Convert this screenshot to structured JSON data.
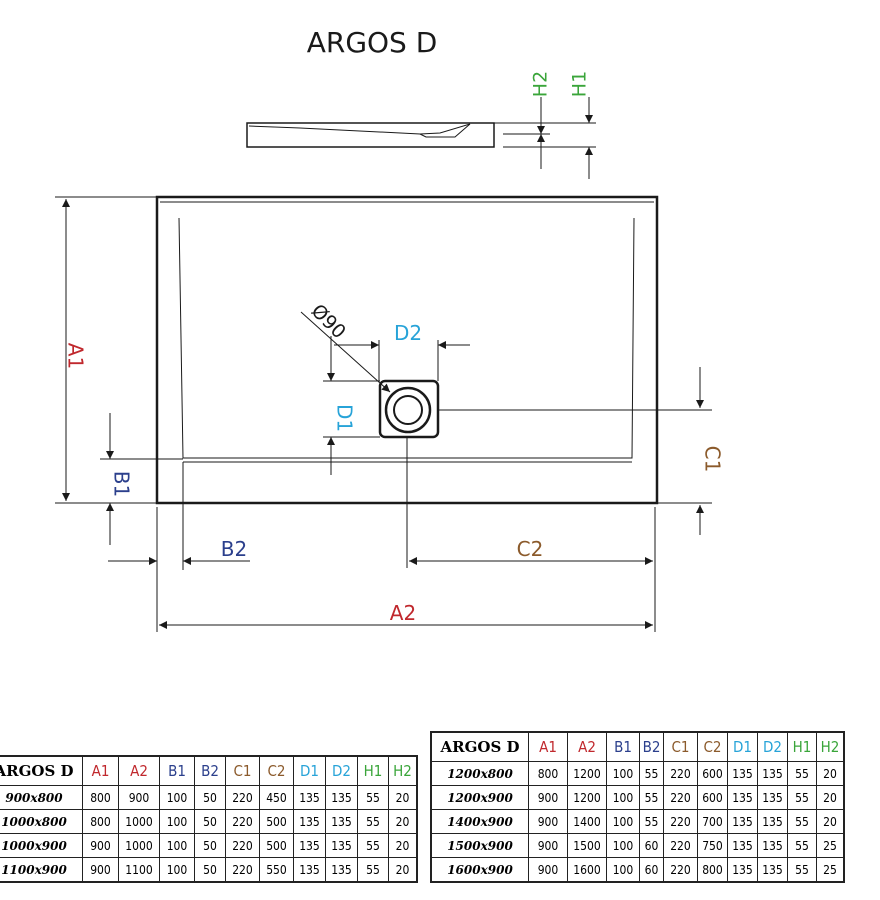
{
  "title": "ARGOS D",
  "labels": {
    "a1": "A1",
    "a2": "A2",
    "b1": "B1",
    "b2": "B2",
    "c1": "C1",
    "c2": "C2",
    "d1": "D1",
    "d2": "D2",
    "h1": "H1",
    "h2": "H2",
    "diameter": "Ø90"
  },
  "colors": {
    "A": "#c0282d",
    "B": "#2b3f8c",
    "C": "#8b5a2b",
    "D": "#27a3d8",
    "H": "#3aa53a",
    "line": "#1a1a1a"
  },
  "tables": [
    {
      "headers": [
        "ARGOS D",
        "A1",
        "A2",
        "B1",
        "B2",
        "C1",
        "C2",
        "D1",
        "D2",
        "H1",
        "H2"
      ],
      "rows": [
        [
          "900x800",
          "800",
          "900",
          "100",
          "50",
          "220",
          "450",
          "135",
          "135",
          "55",
          "20"
        ],
        [
          "1000x800",
          "800",
          "1000",
          "100",
          "50",
          "220",
          "500",
          "135",
          "135",
          "55",
          "20"
        ],
        [
          "1000x900",
          "900",
          "1000",
          "100",
          "50",
          "220",
          "500",
          "135",
          "135",
          "55",
          "20"
        ],
        [
          "1100x900",
          "900",
          "1100",
          "100",
          "50",
          "220",
          "550",
          "135",
          "135",
          "55",
          "20"
        ]
      ]
    },
    {
      "headers": [
        "ARGOS D",
        "A1",
        "A2",
        "B1",
        "B2",
        "C1",
        "C2",
        "D1",
        "D2",
        "H1",
        "H2"
      ],
      "rows": [
        [
          "1200x800",
          "800",
          "1200",
          "100",
          "55",
          "220",
          "600",
          "135",
          "135",
          "55",
          "20"
        ],
        [
          "1200x900",
          "900",
          "1200",
          "100",
          "55",
          "220",
          "600",
          "135",
          "135",
          "55",
          "20"
        ],
        [
          "1400x900",
          "900",
          "1400",
          "100",
          "55",
          "220",
          "700",
          "135",
          "135",
          "55",
          "20"
        ],
        [
          "1500x900",
          "900",
          "1500",
          "100",
          "60",
          "220",
          "750",
          "135",
          "135",
          "55",
          "25"
        ],
        [
          "1600x900",
          "900",
          "1600",
          "100",
          "60",
          "220",
          "800",
          "135",
          "135",
          "55",
          "25"
        ]
      ]
    }
  ]
}
